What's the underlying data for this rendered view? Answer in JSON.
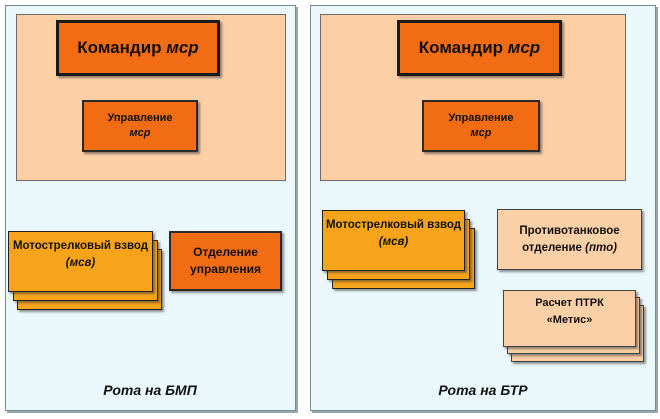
{
  "left_panel": {
    "commander": {
      "text": "Командир ",
      "unit": "мср"
    },
    "management": {
      "line1": "Управление",
      "unit": "мср"
    },
    "platoon": {
      "text": "Мотострелковый взвод ",
      "unit": "(мсв)"
    },
    "squad": {
      "line1": "Отделение",
      "line2": "управления"
    },
    "caption": "Рота на БМП"
  },
  "right_panel": {
    "commander": {
      "text": "Командир ",
      "unit": "мср"
    },
    "management": {
      "line1": "Управление",
      "unit": "мср"
    },
    "platoon": {
      "text": "Мотострелковый взвод ",
      "unit": "(мсв)"
    },
    "antitank": {
      "text": "Противотанковое отделение ",
      "unit": "(пто)"
    },
    "atgm": {
      "line1": "Расчет ПТРК",
      "line2": "«Метис»"
    },
    "caption": "Рота на БТР"
  }
}
